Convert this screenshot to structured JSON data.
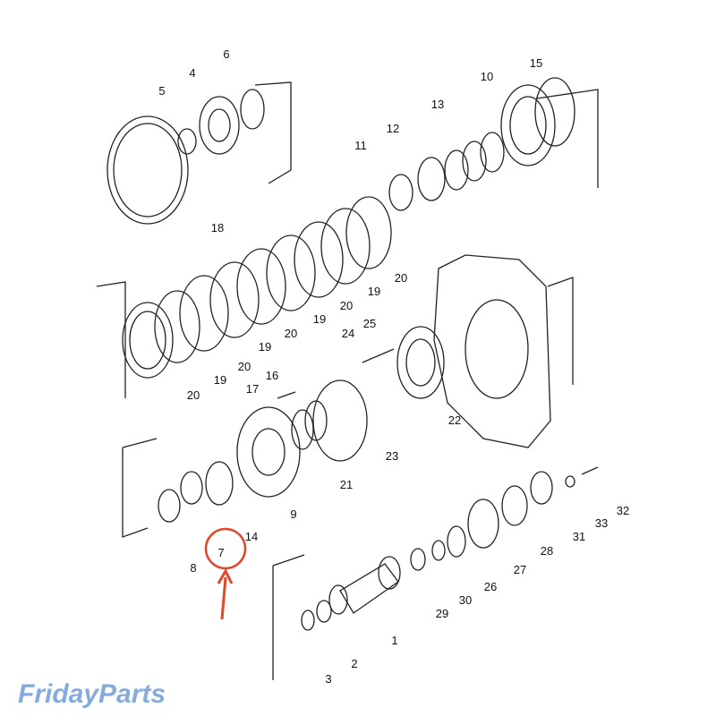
{
  "diagram": {
    "part_labels": [
      "6",
      "5",
      "4",
      "15",
      "10",
      "13",
      "12",
      "11",
      "18",
      "20",
      "19",
      "20",
      "19",
      "20",
      "19",
      "20",
      "19",
      "20",
      "25",
      "24",
      "16",
      "17",
      "22",
      "23",
      "21",
      "9",
      "14",
      "8",
      "7",
      "32",
      "33",
      "31",
      "28",
      "27",
      "26",
      "30",
      "29",
      "1",
      "2",
      "3"
    ],
    "highlighted_part": "7",
    "highlight_color": "#e0482a",
    "line_color": "#222222"
  },
  "watermark": {
    "part1": "Friday",
    "part2": "Parts",
    "color1": "#5b8fd0",
    "color2": "#f0a040"
  }
}
